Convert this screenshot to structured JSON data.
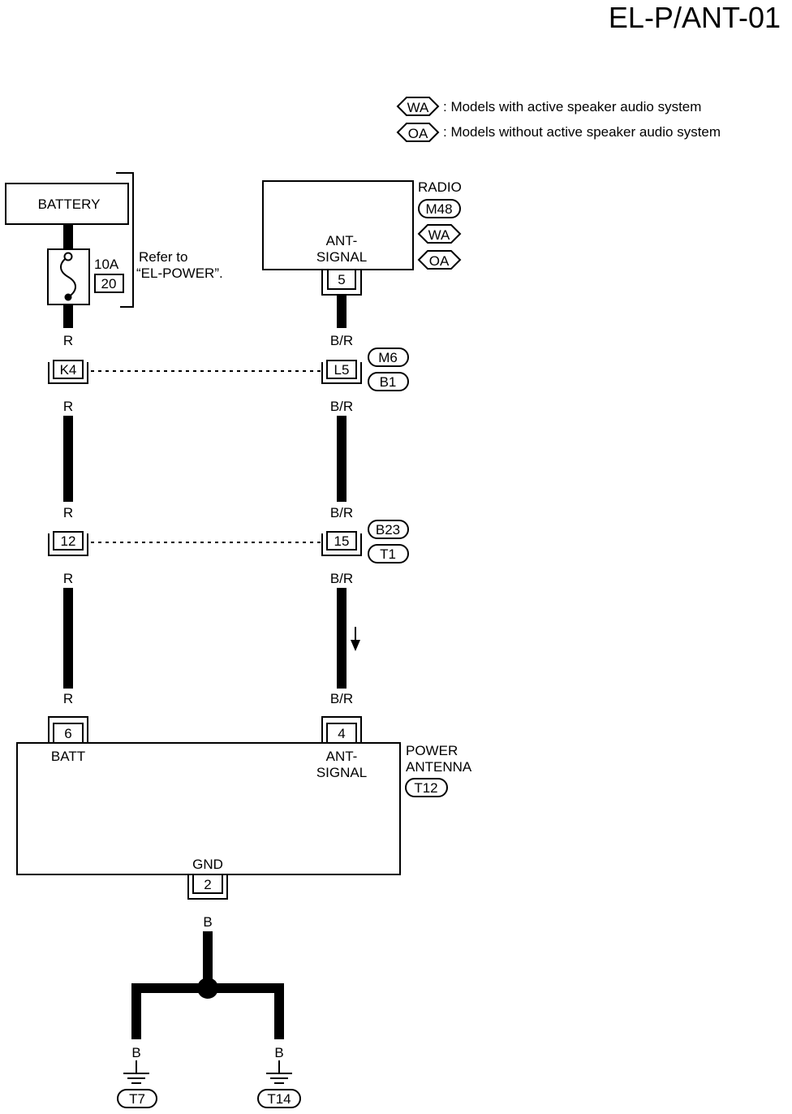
{
  "page_title": "EL-P/ANT-01",
  "legend": [
    {
      "code": "WA",
      "text": ": Models with active speaker audio system"
    },
    {
      "code": "OA",
      "text": ": Models without active speaker audio system"
    }
  ],
  "battery": {
    "label": "BATTERY"
  },
  "fuse": {
    "rating": "10A",
    "number": "20"
  },
  "refer": {
    "line1": "Refer to",
    "line2": "“EL-POWER”."
  },
  "radio": {
    "name": "RADIO",
    "terminal_line1": "ANT-",
    "terminal_line2": "SIGNAL",
    "pin": "5",
    "connector": "M48",
    "variant_wa": "WA",
    "variant_oa": "OA"
  },
  "wire_colors": {
    "battery_side": "R",
    "signal_side": "B/R",
    "ground": "B"
  },
  "junction1": {
    "left_pin": "K4",
    "right_pin": "L5",
    "conn_a": "M6",
    "conn_b": "B1"
  },
  "junction2": {
    "left_pin": "12",
    "right_pin": "15",
    "conn_a": "B23",
    "conn_b": "T1"
  },
  "power_antenna": {
    "name_line1": "POWER",
    "name_line2": "ANTENNA",
    "connector": "T12",
    "batt_pin": "6",
    "batt_label": "BATT",
    "signal_pin": "4",
    "signal_line1": "ANT-",
    "signal_line2": "SIGNAL",
    "gnd_label": "GND",
    "gnd_pin": "2"
  },
  "grounds": {
    "left": "T7",
    "right": "T14"
  }
}
